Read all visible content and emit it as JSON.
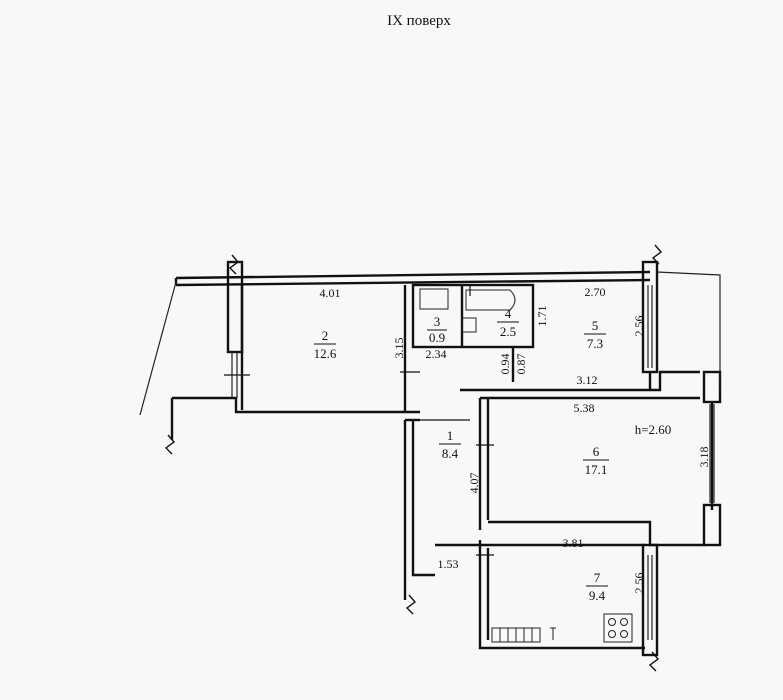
{
  "floor_title": "IX поверх",
  "rooms": [
    {
      "id": "2",
      "area": "12.6"
    },
    {
      "id": "3",
      "area": "0.9"
    },
    {
      "id": "4",
      "area": "2.5"
    },
    {
      "id": "5",
      "area": "7.3"
    },
    {
      "id": "1",
      "area": "8.4"
    },
    {
      "id": "6",
      "area": "17.1"
    },
    {
      "id": "7",
      "area": "9.4"
    }
  ],
  "dimensions": {
    "d401": "4.01",
    "d270": "2.70",
    "d171": "1.71",
    "d256a": "2.56",
    "d315": "3.15",
    "d234": "2.34",
    "d094": "0.94",
    "d087": "0.87",
    "d312": "3.12",
    "d538": "5.38",
    "d407": "4.07",
    "d318": "3.18",
    "d381": "3.81",
    "d153": "1.53",
    "d256b": "2.56"
  },
  "ceiling_height": "h=2.60"
}
